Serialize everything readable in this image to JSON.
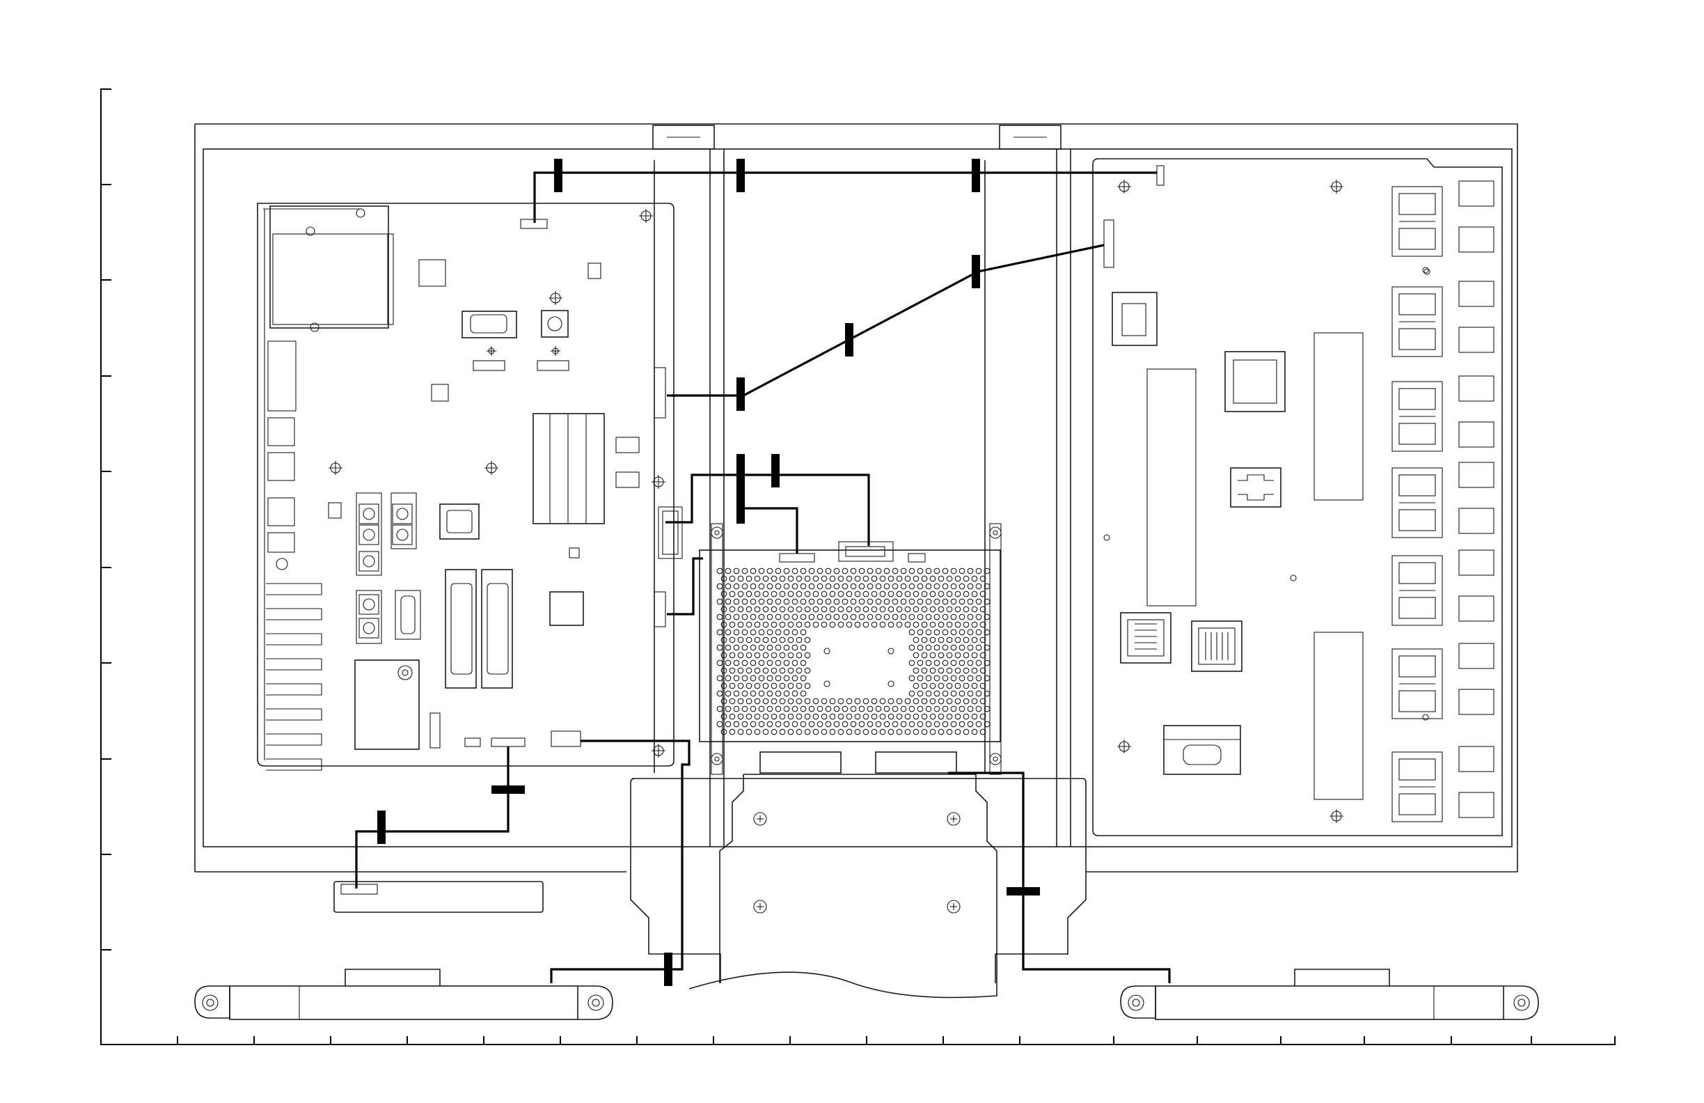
{
  "diagram": {
    "colors": {
      "line": "#1a1a1a",
      "wire": "#000000",
      "background": "#ffffff"
    },
    "parts": [
      {
        "id": "cabinet-frame"
      },
      {
        "id": "main-pwb"
      },
      {
        "id": "center-shield-unit"
      },
      {
        "id": "power-unit"
      },
      {
        "id": "stand-bracket"
      },
      {
        "id": "speaker-left"
      },
      {
        "id": "speaker-right"
      },
      {
        "id": "ir-sensor-pwb"
      }
    ],
    "wire_routes": [
      {
        "id": "wire-top-harness",
        "clamps": 3
      },
      {
        "id": "wire-diagonal-to-power",
        "clamps": 3
      },
      {
        "id": "wire-main-to-shield-upper",
        "clamps": 2
      },
      {
        "id": "wire-main-to-shield-lower",
        "clamps": 0
      },
      {
        "id": "wire-to-ir-pwb",
        "clamps": 2
      },
      {
        "id": "wire-to-speaker-left",
        "clamps": 1
      },
      {
        "id": "wire-to-speaker-right",
        "clamps": 1
      }
    ]
  }
}
